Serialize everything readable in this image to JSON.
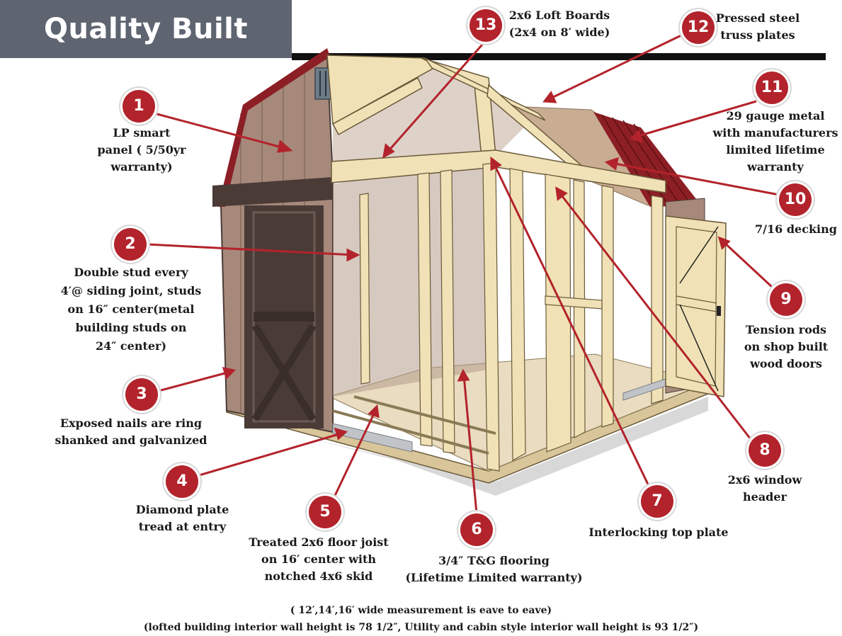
{
  "title": "Quality Built",
  "callouts": [
    {
      "num": "1",
      "text": "LP smart\npanel ( 5/50yr\nwarranty)"
    },
    {
      "num": "2",
      "text": "Double stud every\n4′@ siding joint, studs\non 16″ center(metal\nbuilding studs on\n24″ center)"
    },
    {
      "num": "3",
      "text": "Exposed nails are ring\nshanked and galvanized"
    },
    {
      "num": "4",
      "text": "Diamond plate\ntread at entry"
    },
    {
      "num": "5",
      "text": "Treated 2x6 floor joist\non 16′ center with\nnotched 4x6 skid"
    },
    {
      "num": "6",
      "text": "3/4″ T&G flooring\n(Lifetime Limited warranty)"
    },
    {
      "num": "7",
      "text": "Interlocking top plate"
    },
    {
      "num": "8",
      "text": "2x6 window\nheader"
    },
    {
      "num": "9",
      "text": "Tension rods\non shop built\nwood doors"
    },
    {
      "num": "10",
      "text": "7/16 decking"
    },
    {
      "num": "11",
      "text": "29 gauge metal\nwith manufacturers\nlimited lifetime\nwarranty"
    },
    {
      "num": "12",
      "text": "Pressed steel\ntruss plates"
    },
    {
      "num": "13",
      "text": "2x6 Loft Boards\n(2x4 on 8′ wide)"
    }
  ],
  "footnotes": [
    "( 12′,14′,16′ wide measurement is eave to eave)",
    "(lofted building interior wall height is 78 1/2″, Utility and cabin style interior wall height is 93 1/2″)"
  ],
  "colors": {
    "badge": "#b3232b",
    "title_bar": "#5e6470",
    "lumber": "#f0e2b6",
    "siding": "#a6897b",
    "trim": "#4a3b37",
    "roof": "#8c1f25"
  }
}
